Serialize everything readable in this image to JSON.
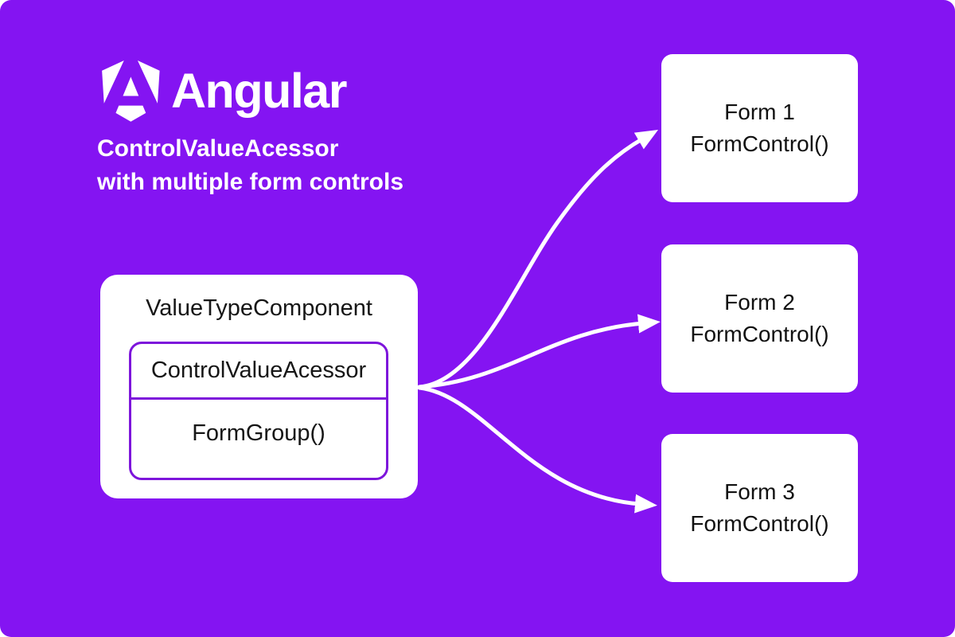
{
  "header": {
    "brand": "Angular",
    "subtitle_line1": "ControlValueAcessor",
    "subtitle_line2": "with multiple form controls"
  },
  "component": {
    "title": "ValueTypeComponent",
    "interface_label": "ControlValueAcessor",
    "group_label": "FormGroup()"
  },
  "targets": [
    {
      "title": "Form 1",
      "subtitle": "FormControl()"
    },
    {
      "title": "Form 2",
      "subtitle": "FormControl()"
    },
    {
      "title": "Form 3",
      "subtitle": "FormControl()"
    }
  ],
  "icons": {
    "logo": "angular-logo-icon"
  },
  "colors": {
    "background": "#8414F2",
    "card_background": "#FFFFFF",
    "accent_border": "#7D15DB",
    "text_dark": "#161616",
    "text_light": "#FFFFFF",
    "arrow": "#FFFFFF"
  }
}
